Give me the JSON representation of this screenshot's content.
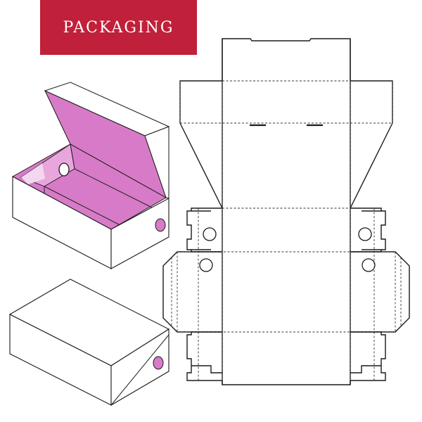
{
  "banner": {
    "title": "PACKAGING",
    "background_color": "#c0203a",
    "text_color": "#ffffff"
  },
  "colors": {
    "box_interior": "#d77bc8",
    "box_interior_light": "#f3d7ef",
    "outline": "#1a1a1a"
  },
  "figures": {
    "open_box": "open-box-illustration",
    "closed_box": "closed-box-illustration",
    "die_cut": "die-cut-template"
  }
}
